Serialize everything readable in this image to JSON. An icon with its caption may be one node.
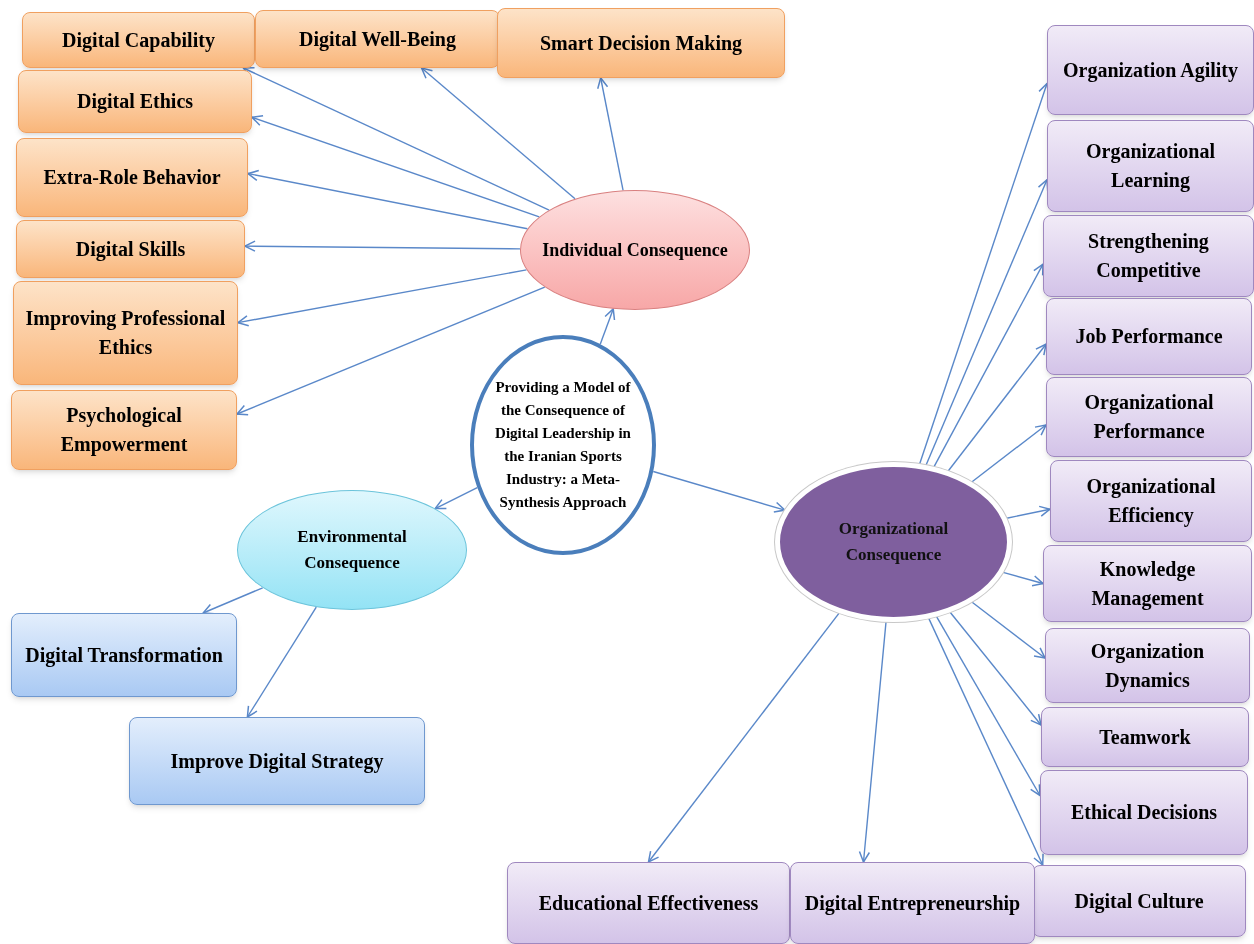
{
  "diagram": {
    "nodes": [
      {
        "text": [
          "Providing a Model of the Consequence of Digital Leadership in the Iranian Sports Industry: a Meta-Synthesis Approach"
        ]
      },
      {
        "text": [
          "Individual Consequence"
        ]
      },
      {
        "text": [
          "Environmental Consequence"
        ]
      },
      {
        "text": [
          "Organizational Consequence"
        ]
      },
      {
        "text": [
          "Digital Capability"
        ]
      },
      {
        "text": [
          "Digital Well-Being"
        ]
      },
      {
        "text": [
          "Smart Decision Making"
        ]
      },
      {
        "text": [
          "Digital Ethics"
        ]
      },
      {
        "text": [
          "Extra-Role Behavior"
        ]
      },
      {
        "text": [
          "Digital Skills"
        ]
      },
      {
        "text": [
          "Improving Professional Ethics"
        ]
      },
      {
        "text": [
          "Psychological Empowerment"
        ]
      },
      {
        "text": [
          "Digital Transformation"
        ]
      },
      {
        "text": [
          "Improve Digital Strategy"
        ]
      },
      {
        "text": [
          "Organization Agility"
        ]
      },
      {
        "text": [
          "Organizational Learning"
        ]
      },
      {
        "text": [
          "Strengthening Competitive"
        ]
      },
      {
        "text": [
          "Job Performance"
        ]
      },
      {
        "text": [
          "Organizational Performance"
        ]
      },
      {
        "text": [
          "Organizational Efficiency"
        ]
      },
      {
        "text": [
          "Knowledge Management"
        ]
      },
      {
        "text": [
          "Organization Dynamics"
        ]
      },
      {
        "text": [
          "Teamwork"
        ]
      },
      {
        "text": [
          "Ethical Decisions"
        ]
      },
      {
        "text": [
          "Digital Culture"
        ]
      },
      {
        "text": [
          "Educational Effectiveness"
        ]
      },
      {
        "text": [
          "Digital Entrepreneurship"
        ]
      }
    ],
    "edges": [
      {
        "from": 0,
        "to": 1,
        "arrow": "to"
      },
      {
        "from": 0,
        "to": 2,
        "arrow": "to"
      },
      {
        "from": 0,
        "to": 3,
        "arrow": "to"
      },
      {
        "from": 1,
        "to": 4,
        "arrow": "to"
      },
      {
        "from": 1,
        "to": 5,
        "arrow": "to"
      },
      {
        "from": 1,
        "to": 6,
        "arrow": "to"
      },
      {
        "from": 1,
        "to": 7,
        "arrow": "to"
      },
      {
        "from": 1,
        "to": 8,
        "arrow": "to"
      },
      {
        "from": 1,
        "to": 9,
        "arrow": "to"
      },
      {
        "from": 1,
        "to": 10,
        "arrow": "to"
      },
      {
        "from": 1,
        "to": 11,
        "arrow": "to"
      },
      {
        "from": 2,
        "to": 12,
        "arrow": "to"
      },
      {
        "from": 2,
        "to": 13,
        "arrow": "to"
      },
      {
        "from": 3,
        "to": 14,
        "arrow": "to"
      },
      {
        "from": 3,
        "to": 15,
        "arrow": "to"
      },
      {
        "from": 3,
        "to": 16,
        "arrow": "to"
      },
      {
        "from": 3,
        "to": 17,
        "arrow": "to"
      },
      {
        "from": 3,
        "to": 18,
        "arrow": "to"
      },
      {
        "from": 3,
        "to": 19,
        "arrow": "to"
      },
      {
        "from": 3,
        "to": 20,
        "arrow": "to"
      },
      {
        "from": 3,
        "to": 21,
        "arrow": "to"
      },
      {
        "from": 3,
        "to": 22,
        "arrow": "to"
      },
      {
        "from": 3,
        "to": 23,
        "arrow": "to"
      },
      {
        "from": 3,
        "to": 24,
        "arrow": "to"
      },
      {
        "from": 3,
        "to": 25,
        "arrow": "to"
      },
      {
        "from": 3,
        "to": 26,
        "arrow": "to"
      }
    ]
  }
}
